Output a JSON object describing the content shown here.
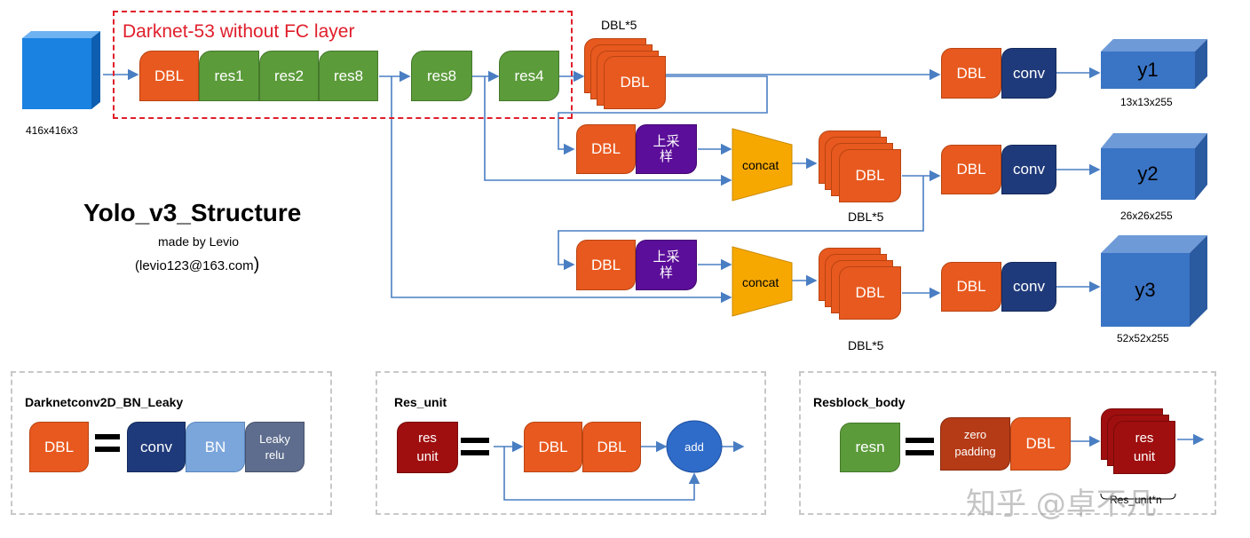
{
  "backbone": {
    "title": "Darknet-53 without FC layer",
    "input_label": "416x416x3",
    "blocks": [
      "DBL",
      "res1",
      "res2",
      "res8"
    ],
    "extra_blocks": [
      "res8",
      "res4"
    ]
  },
  "branches": {
    "dbl5_label": "DBL*5",
    "dbl_label": "DBL",
    "conv_label": "conv",
    "upsample_label": "上采\n样",
    "concat_label": "concat",
    "outputs": [
      {
        "name": "y1",
        "size": "13x13x255"
      },
      {
        "name": "y2",
        "size": "26x26x255"
      },
      {
        "name": "y3",
        "size": "52x52x255"
      }
    ]
  },
  "title_block": {
    "title": "Yolo_v3_Structure",
    "author": "made by Levio",
    "email": "(levio123@163.com",
    "email_close": ")"
  },
  "legend": {
    "darknetconv": {
      "heading": "Darknetconv2D_BN_Leaky",
      "lhs": "DBL",
      "parts": [
        "conv",
        "BN",
        "Leaky\nrelu"
      ]
    },
    "res_unit": {
      "heading": "Res_unit",
      "lhs": "res\nunit",
      "parts": [
        "DBL",
        "DBL"
      ],
      "add": "add"
    },
    "resblock": {
      "heading": "Resblock_body",
      "lhs": "resn",
      "parts": [
        "zero\npadding",
        "DBL"
      ],
      "stack": "res\nunit",
      "stack_caption": "Res_unit*n"
    }
  },
  "watermark": "知乎 @卓不凡",
  "colors": {
    "dbl": "#E8591F",
    "res": "#5B9B3A",
    "conv": "#1F3A7A",
    "upsample": "#5B0E99",
    "concat": "#F7A800",
    "cube": "#3A74C4",
    "input_cube": "#1A82E0",
    "backbone_border": "#E01E2B",
    "arrow": "#4A7EC3"
  }
}
